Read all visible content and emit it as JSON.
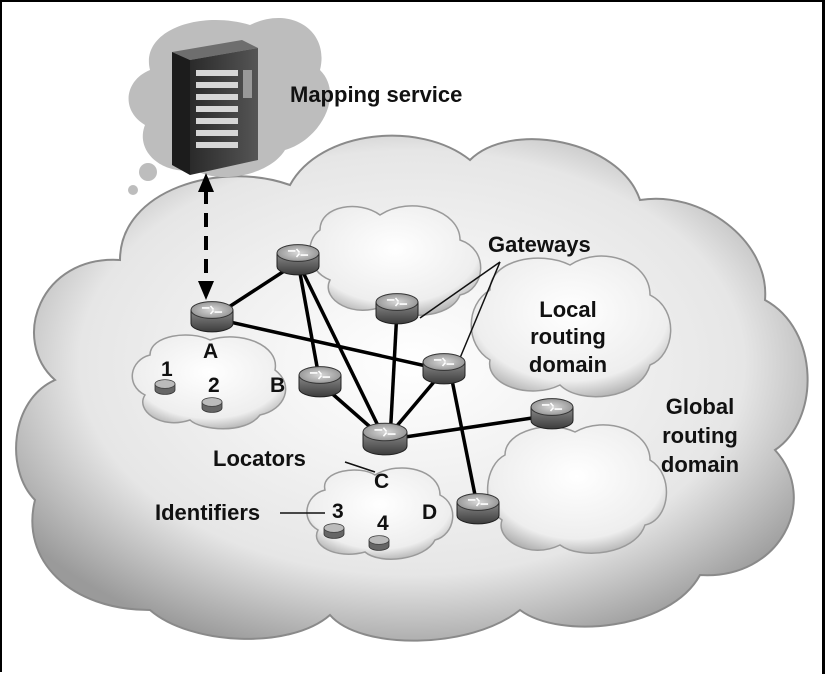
{
  "labels": {
    "mapping_service": "Mapping service",
    "gateways": "Gateways",
    "local_domain": [
      "Local",
      "routing",
      "domain"
    ],
    "global_domain": [
      "Global",
      "routing",
      "domain"
    ],
    "locators": "Locators",
    "identifiers": "Identifiers"
  },
  "routers": {
    "A": "A",
    "B": "B",
    "C": "C",
    "D": "D"
  },
  "hosts": [
    "1",
    "2",
    "3",
    "4"
  ]
}
